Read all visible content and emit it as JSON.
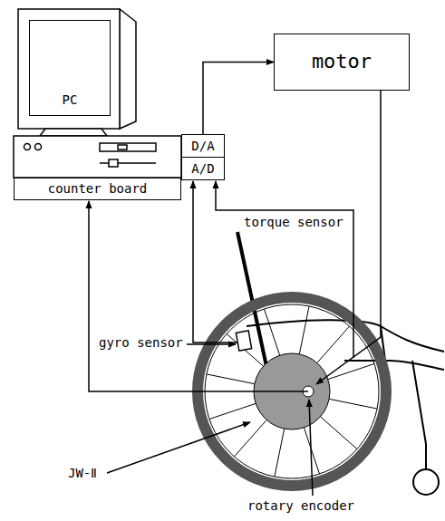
{
  "diagram": {
    "nodes": [
      {
        "text": [
          "PC"
        ]
      },
      {
        "text": [
          "counter board"
        ]
      },
      {
        "text": [
          "D/A"
        ]
      },
      {
        "text": [
          "A/D"
        ]
      },
      {
        "text": [
          "motor"
        ]
      }
    ],
    "edges": [
      {
        "from": 2,
        "to": 4,
        "arrow": "to"
      }
    ],
    "labels": [
      "torque sensor",
      "gyro sensor",
      "JW-Ⅱ",
      "rotary encoder"
    ]
  }
}
